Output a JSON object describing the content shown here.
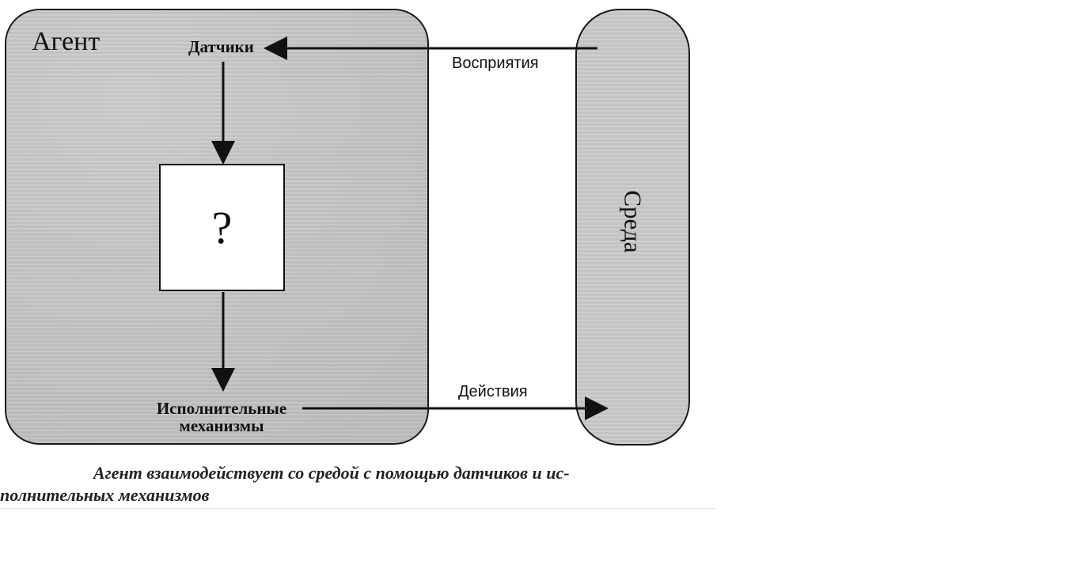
{
  "diagram": {
    "agent": {
      "title": "Агент",
      "sensors": "Датчики",
      "unknown": "?",
      "actuators_line1": "Исполнительные",
      "actuators_line2": "механизмы"
    },
    "environment": {
      "label": "Среда"
    },
    "flows": {
      "percepts": "Восприятия",
      "actions": "Действия"
    },
    "colors": {
      "agent_fill": "#c8c8c8",
      "environment_fill": "#cbcbcb",
      "stroke": "#111111",
      "center_box_fill": "#ffffff"
    }
  },
  "caption": {
    "line1": "Агент взаимодействует со средой с помощью датчиков и ис-",
    "line2": "полнительных механизмов"
  }
}
